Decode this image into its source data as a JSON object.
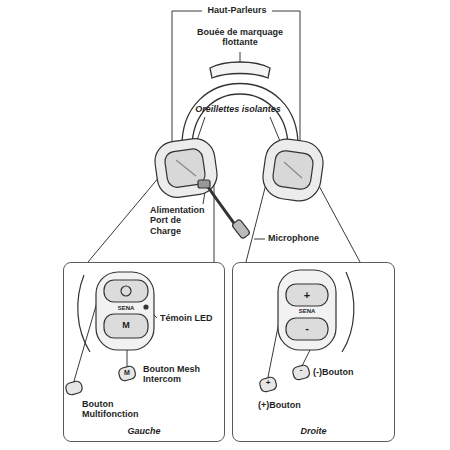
{
  "diagram": {
    "nodes": [
      {
        "text": [
          "Gauche"
        ]
      },
      {
        "text": [
          "Droite"
        ]
      }
    ],
    "labels": [
      "Haut-Parleurs",
      "Bouée de marquage flottante",
      "Oreillettes isolantes",
      "Alimentation Port de Charge",
      "Microphone",
      "Témoin LED",
      "Bouton Mesh Intercom",
      "Bouton Multifonction",
      "(-)Bouton",
      "(+)Bouton",
      "M",
      "M",
      "SENA",
      "SENA",
      "+",
      "-",
      "+",
      "-"
    ]
  }
}
